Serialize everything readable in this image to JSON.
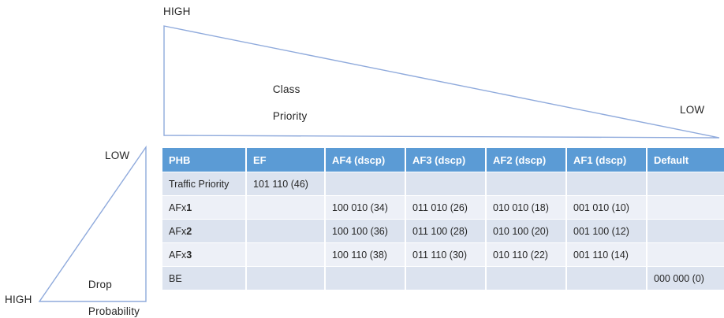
{
  "class_priority_diagram": {
    "high_label": "HIGH",
    "low_label": "LOW",
    "caption_line1": "Class",
    "caption_line2": "Priority",
    "stroke_color": "#8FAADC"
  },
  "drop_probability_diagram": {
    "low_label": "LOW",
    "high_label": "HIGH",
    "caption_line1": "Drop",
    "caption_line2": "Probability",
    "stroke_color": "#8FAADC"
  },
  "table": {
    "header_color": "#5B9BD5",
    "row_color_odd": "#DCE3EF",
    "row_color_even": "#EDF0F7",
    "headers": [
      "PHB",
      "EF",
      "AF4 (dscp)",
      "AF3 (dscp)",
      "AF2 (dscp)",
      "AF1 (dscp)",
      "Default"
    ],
    "rows": [
      {
        "label": "Traffic Priority",
        "label_prefix": "Traffic Priority",
        "label_digit": "",
        "cells": [
          "101 110 (46)",
          "",
          "",
          "",
          "",
          ""
        ]
      },
      {
        "label": "AFx1",
        "label_prefix": "AFx",
        "label_digit": "1",
        "cells": [
          "",
          "100 010 (34)",
          "011 010 (26)",
          "010 010 (18)",
          "001 010 (10)",
          ""
        ]
      },
      {
        "label": "AFx2",
        "label_prefix": "AFx",
        "label_digit": "2",
        "cells": [
          "",
          "100 100 (36)",
          "011 100 (28)",
          "010 100 (20)",
          "001 100 (12)",
          ""
        ]
      },
      {
        "label": "AFx3",
        "label_prefix": "AFx",
        "label_digit": "3",
        "cells": [
          "",
          "100 110 (38)",
          "011 110 (30)",
          "010 110 (22)",
          "001 110 (14)",
          ""
        ]
      },
      {
        "label": "BE",
        "label_prefix": "BE",
        "label_digit": "",
        "cells": [
          "",
          "",
          "",
          "",
          "",
          "000 000 (0)"
        ]
      }
    ]
  }
}
